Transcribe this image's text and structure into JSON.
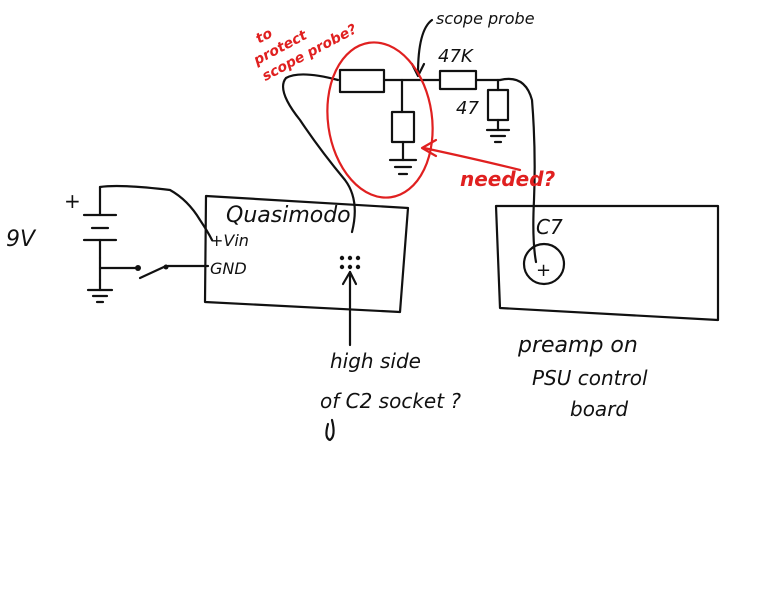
{
  "battery": {
    "voltage": "9V",
    "plus": "+"
  },
  "quasimodo": {
    "title": "Quasimodo",
    "pin_vin": "+Vin",
    "pin_gnd": "GND"
  },
  "annotations": {
    "scope_probe": "scope probe",
    "r_series": "47K",
    "r_shunt": "47",
    "protect_note": [
      "to",
      "protect",
      "scope probe?"
    ],
    "needed": "needed?",
    "high_side": [
      "high side",
      "of C2 socket ?"
    ]
  },
  "preamp": {
    "cap": "C7",
    "cap_plus": "+",
    "caption": [
      "preamp on",
      "PSU control",
      "board"
    ]
  },
  "colors": {
    "ink": "#111111",
    "accent": "#e02020"
  }
}
